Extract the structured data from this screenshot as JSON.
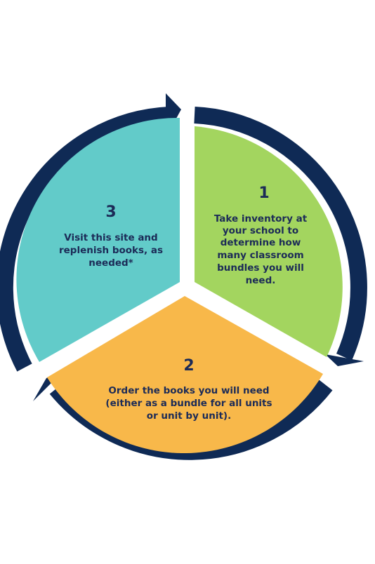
{
  "colors": {
    "ring": "#0f2a55",
    "step1": "#a3d55f",
    "step2": "#f8b84a",
    "step3": "#62cbc9",
    "text": "#1c2b57",
    "background": "#ffffff"
  },
  "steps": [
    {
      "number": "1",
      "lines": [
        "Take inventory at",
        "your school to",
        "determine how",
        "many classroom",
        "bundles you will",
        "need."
      ]
    },
    {
      "number": "2",
      "lines": [
        "Order the books you will need",
        "(either as a bundle for all units",
        "or unit by unit)."
      ]
    },
    {
      "number": "3",
      "lines": [
        "Visit this site and",
        "replenish books, as",
        "needed*"
      ]
    }
  ]
}
